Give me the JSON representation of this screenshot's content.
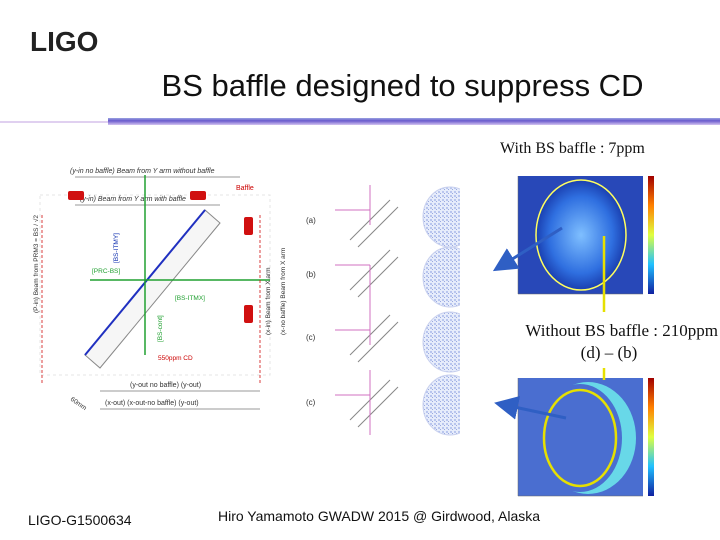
{
  "header": {
    "logo_text": "LIGO",
    "title": "BS baffle designed to suppress CD"
  },
  "captions": {
    "with_baffle": "With BS baffle : 7ppm",
    "without_baffle": "Without BS baffle : 210ppm",
    "without_baffle_formula": "(d) – (b)"
  },
  "diagram": {
    "top_label_1": "(y-in no baffle) Beam from Y arm without baffle",
    "top_label_2": "(y-in) Beam from Y arm with baffle",
    "baffle_label": "Baffle",
    "left_label": "(P-in) Beam from PRM3 = BS / √2",
    "bs_itmy": "[BS-ITMY]",
    "prc_bs": "[PRC-BS]",
    "bs_itmx": "[BS-ITMX]",
    "bs_cont": "[BS-cont]",
    "ppm_label": "550ppm CD",
    "right_label_1": "(x-in) Beam from X arm",
    "right_label_2": "(x-no baffle) Beam from X arm",
    "bottom_label_1": "(y-out no baffle) (y-out)",
    "bottom_label_2": "(x-out) (x-out-no baffle) (y-out)",
    "dim_label": "60mm",
    "row_labels": [
      "(a)",
      "(b)",
      "(c)",
      "(c)"
    ]
  },
  "footer": {
    "doc_id": "LIGO-G1500634",
    "citation": "Hiro Yamamoto   GWADW 2015 @ Girdwood, Alaska"
  },
  "colors": {
    "rule": "#6a5acd",
    "arrow_blue": "#2f5fc4",
    "ellipse_yellow": "#e6e000",
    "beam_blue": "#2030c0",
    "beam_green": "#20a030",
    "baffle_red": "#d01010"
  }
}
